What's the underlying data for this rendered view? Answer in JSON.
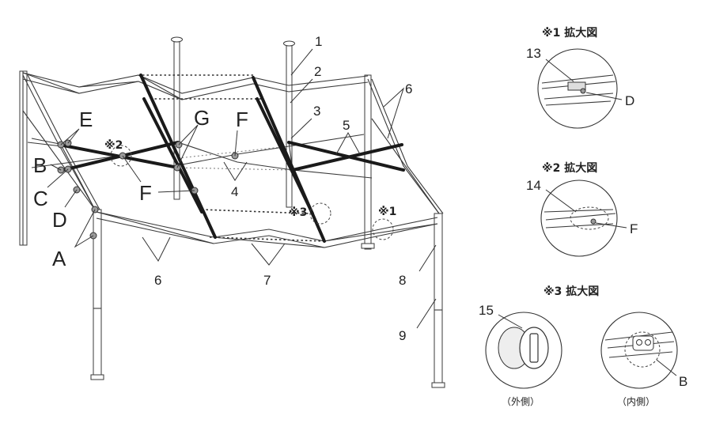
{
  "callouts": {
    "A": "A",
    "B": "B",
    "C": "C",
    "D": "D",
    "E": "E",
    "F": "F",
    "G": "G"
  },
  "numbers": {
    "n1": "1",
    "n2": "2",
    "n3": "3",
    "n4": "4",
    "n5": "5",
    "n6": "6",
    "n7": "7",
    "n8": "8",
    "n9": "9",
    "n13": "13",
    "n14": "14",
    "n15": "15"
  },
  "marks": {
    "m1": "※1",
    "m2": "※2",
    "m3": "※3"
  },
  "detail_titles": {
    "d1": "※1 拡大図",
    "d2": "※2 拡大図",
    "d3": "※3 拡大図"
  },
  "captions": {
    "outer": "（外側）",
    "inner": "（内側）"
  }
}
